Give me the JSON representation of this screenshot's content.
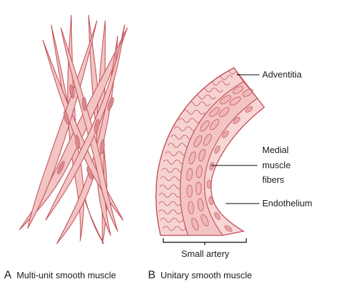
{
  "panel_a": {
    "letter": "A",
    "caption": "Multi-unit smooth muscle"
  },
  "panel_b": {
    "letter": "B",
    "caption": "Unitary smooth muscle",
    "bracket_label": "Small artery",
    "labels": {
      "adventitia": "Adventitia",
      "medial_line1": "Medial",
      "medial_line2": "muscle",
      "medial_line3": "fibers",
      "endothelium": "Endothelium"
    }
  },
  "colors": {
    "fiber_fill": "#f3c4c4",
    "fiber_stroke": "#c2545c",
    "nucleus": "#d9898c",
    "wall_fill": "#f6d2d2",
    "squiggle": "#c2545c",
    "leader_line": "#000000"
  }
}
